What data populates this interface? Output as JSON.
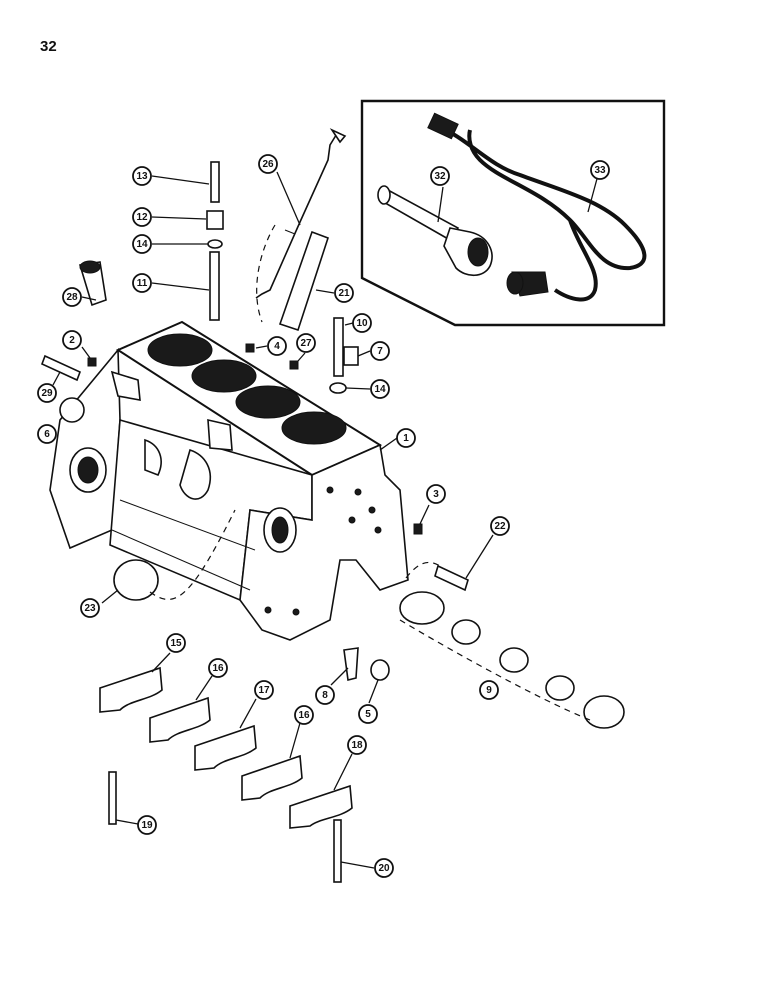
{
  "page_number": "32",
  "callouts": [
    {
      "label": "13"
    },
    {
      "label": "26"
    },
    {
      "label": "12"
    },
    {
      "label": "14"
    },
    {
      "label": "11"
    },
    {
      "label": "28"
    },
    {
      "label": "21"
    },
    {
      "label": "10"
    },
    {
      "label": "7"
    },
    {
      "label": "2"
    },
    {
      "label": "4"
    },
    {
      "label": "27"
    },
    {
      "label": "14"
    },
    {
      "label": "29"
    },
    {
      "label": "6"
    },
    {
      "label": "1"
    },
    {
      "label": "3"
    },
    {
      "label": "22"
    },
    {
      "label": "23"
    },
    {
      "label": "15"
    },
    {
      "label": "16"
    },
    {
      "label": "17"
    },
    {
      "label": "8"
    },
    {
      "label": "5"
    },
    {
      "label": "9"
    },
    {
      "label": "16"
    },
    {
      "label": "18"
    },
    {
      "label": "19"
    },
    {
      "label": "20"
    },
    {
      "label": "32"
    },
    {
      "label": "33"
    }
  ]
}
